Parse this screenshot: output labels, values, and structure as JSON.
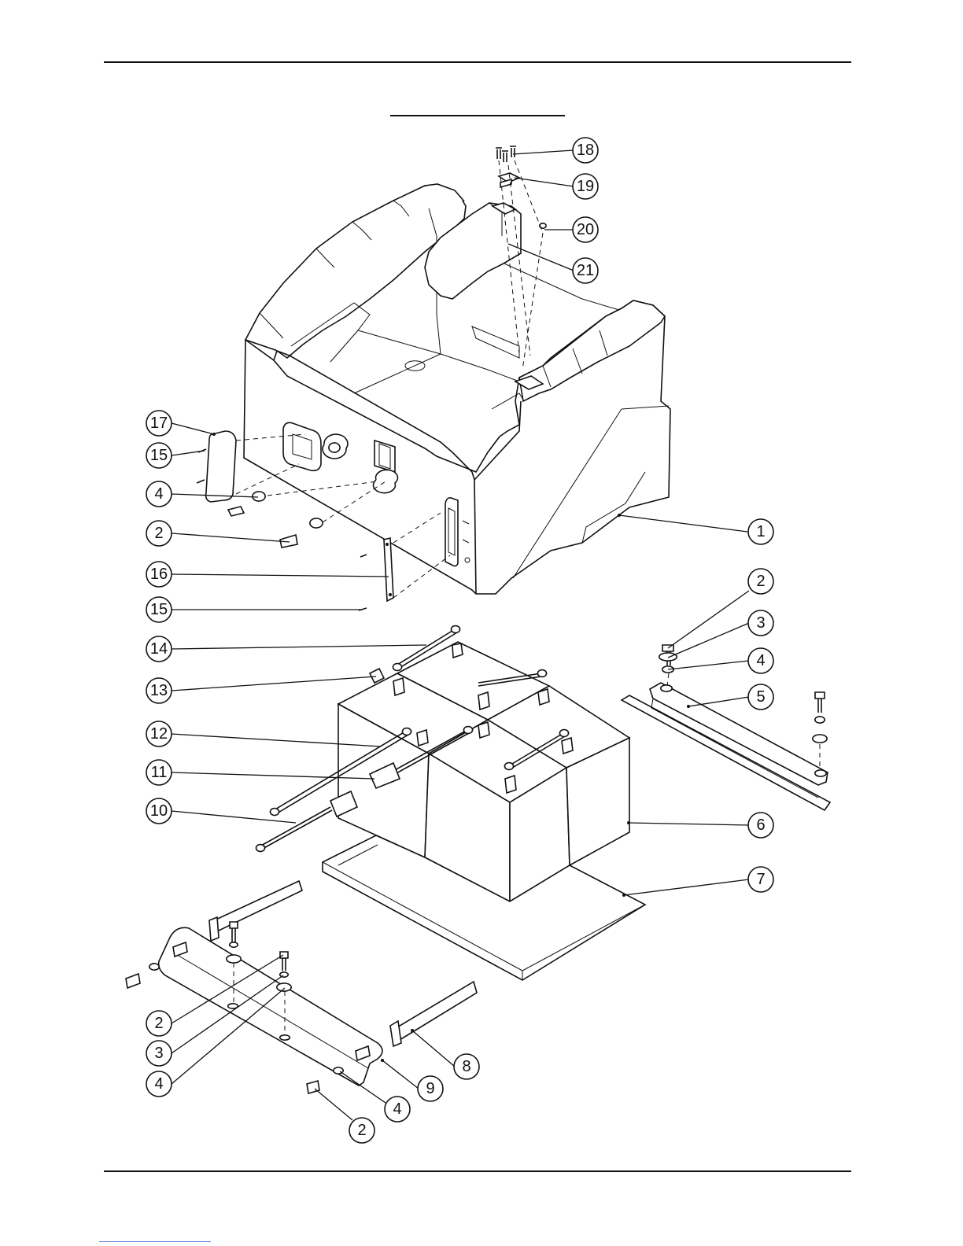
{
  "figure": {
    "callouts": [
      {
        "label": "18"
      },
      {
        "label": "19"
      },
      {
        "label": "20"
      },
      {
        "label": "21"
      },
      {
        "label": "17"
      },
      {
        "label": "15"
      },
      {
        "label": "4"
      },
      {
        "label": "2"
      },
      {
        "label": "16"
      },
      {
        "label": "15"
      },
      {
        "label": "1"
      },
      {
        "label": "14"
      },
      {
        "label": "13"
      },
      {
        "label": "12"
      },
      {
        "label": "11"
      },
      {
        "label": "10"
      },
      {
        "label": "2"
      },
      {
        "label": "3"
      },
      {
        "label": "4"
      },
      {
        "label": "5"
      },
      {
        "label": "6"
      },
      {
        "label": "7"
      },
      {
        "label": "8"
      },
      {
        "label": "9"
      },
      {
        "label": "2"
      },
      {
        "label": "3"
      },
      {
        "label": "4"
      },
      {
        "label": "4"
      },
      {
        "label": "2"
      }
    ]
  }
}
